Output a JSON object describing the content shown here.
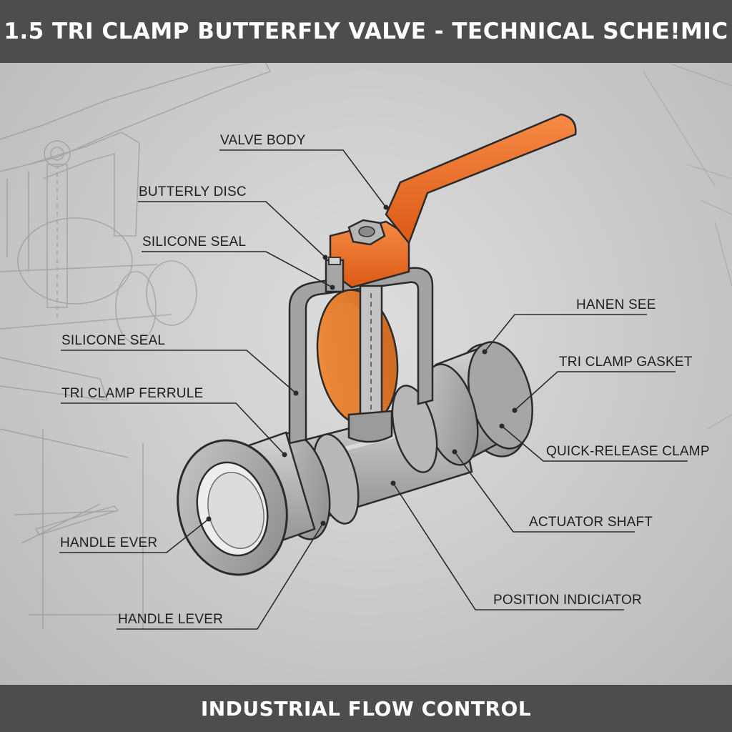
{
  "header": {
    "title": "1.5 TRI CLAMP BUTTERFLY VALVE - TECHNICAL SCHE!MIC"
  },
  "footer": {
    "caption": "INDUSTRIAL FLOW CONTROL"
  },
  "colors": {
    "handle": "#ef6b23",
    "disc": "#e57a2b",
    "body": "#a9a9a9",
    "frame": "#4d4d4d",
    "background": "#c9c9c9"
  },
  "labels": {
    "valve_body": "VALVE BODY",
    "butterfly_disc": "BUTTERLY DISC",
    "silicone_seal_1": "SILICONE SEAL",
    "silicone_seal_2": "SILICONE SEAL",
    "tri_clamp_ferrule": "TRI CLAMP FERRULE",
    "handle_ever": "HANDLE EVER",
    "handle_lever": "HANDLE LEVER",
    "hanen_see": "HANEN SEE",
    "tri_clamp_gasket": "TRI CLAMP GASKET",
    "quick_release_clamp": "QUICK-RELEASE CLAMP",
    "actuator_shaft": "ACTUATOR SHAFT",
    "position_indicator": "POSITION INDICIATOR"
  }
}
